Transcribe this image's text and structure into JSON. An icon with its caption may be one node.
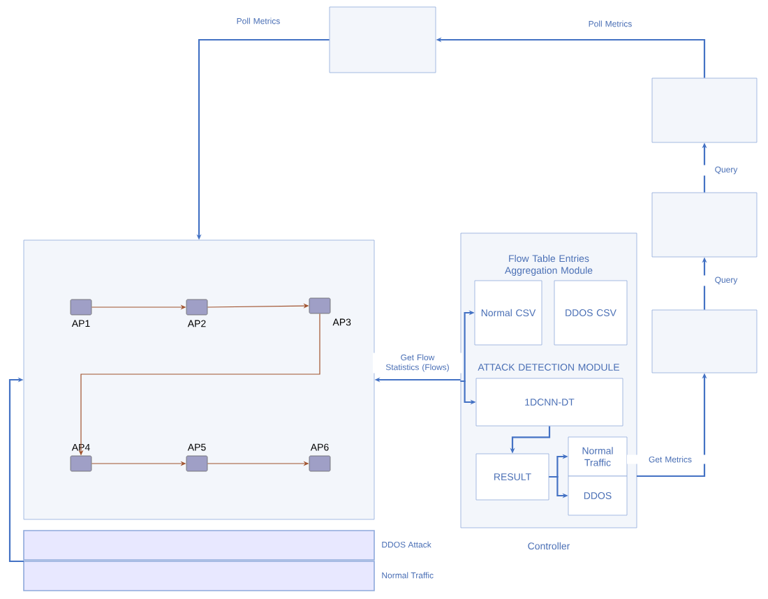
{
  "diagram": {
    "nodes": [
      {
        "text": [],
        "shape": "box"
      },
      {
        "text": [],
        "shape": "box"
      },
      {
        "text": [],
        "shape": "box"
      },
      {
        "text": [],
        "shape": "box"
      },
      {
        "text": [],
        "shape": "box"
      },
      {
        "text": [
          "AP1"
        ],
        "in": 4
      },
      {
        "text": [
          "AP2"
        ],
        "in": 4
      },
      {
        "text": [
          "AP3"
        ],
        "in": 4
      },
      {
        "text": [
          "AP4"
        ],
        "in": 4
      },
      {
        "text": [
          "AP5"
        ],
        "in": 4
      },
      {
        "text": [
          "AP6"
        ],
        "in": 4
      },
      {
        "text": [
          "Flow Table Entries Aggregation Module",
          "ATTACK DETECTION MODULE",
          "Controller"
        ]
      },
      {
        "text": [
          "Normal CSV"
        ],
        "in": 11
      },
      {
        "text": [
          "DDOS CSV"
        ],
        "in": 11
      },
      {
        "text": [
          "1DCNN-DT"
        ],
        "in": 11
      },
      {
        "text": [
          "RESULT"
        ],
        "in": 11
      },
      {
        "text": [
          "Normal Traffic"
        ],
        "in": 11
      },
      {
        "text": [
          "DDOS"
        ],
        "in": 11
      },
      {
        "text": [],
        "shape": "bar",
        "beside": [
          "DDOS Attack"
        ]
      },
      {
        "text": [],
        "shape": "bar",
        "beside": [
          "Normal Traffic"
        ]
      }
    ],
    "edges": [
      {
        "from": 1,
        "to": 0,
        "arrow": "to",
        "label": "Poll Metrics"
      },
      {
        "from": 0,
        "to": 4,
        "arrow": "to",
        "label": "Poll Metrics"
      },
      {
        "from": 2,
        "to": 1,
        "arrow": "to",
        "label": "Query"
      },
      {
        "from": 3,
        "to": 2,
        "arrow": "to",
        "label": "Query"
      },
      {
        "from": 11,
        "to": 3,
        "arrow": "to",
        "label": "Get Metrics"
      },
      {
        "from": 11,
        "to": 4,
        "arrow": "to",
        "label": "Get Flow Statistics (Flows)"
      },
      {
        "from": 11,
        "to": 12,
        "arrow": "to"
      },
      {
        "from": 11,
        "to": 14,
        "arrow": "to"
      },
      {
        "from": 14,
        "to": 15,
        "arrow": "to"
      },
      {
        "from": 15,
        "to": 16,
        "arrow": "to"
      },
      {
        "from": 15,
        "to": 17,
        "arrow": "to"
      },
      {
        "from": 5,
        "to": 6,
        "arrow": "to",
        "color": "#a0522d"
      },
      {
        "from": 6,
        "to": 7,
        "arrow": "to",
        "color": "#a0522d"
      },
      {
        "from": 7,
        "to": 8,
        "arrow": "to",
        "color": "#a0522d"
      },
      {
        "from": 8,
        "to": 9,
        "arrow": "to",
        "color": "#a0522d"
      },
      {
        "from": 9,
        "to": 10,
        "arrow": "to",
        "color": "#a0522d"
      },
      {
        "from": 18,
        "to": 4,
        "arrow": "to"
      }
    ]
  }
}
